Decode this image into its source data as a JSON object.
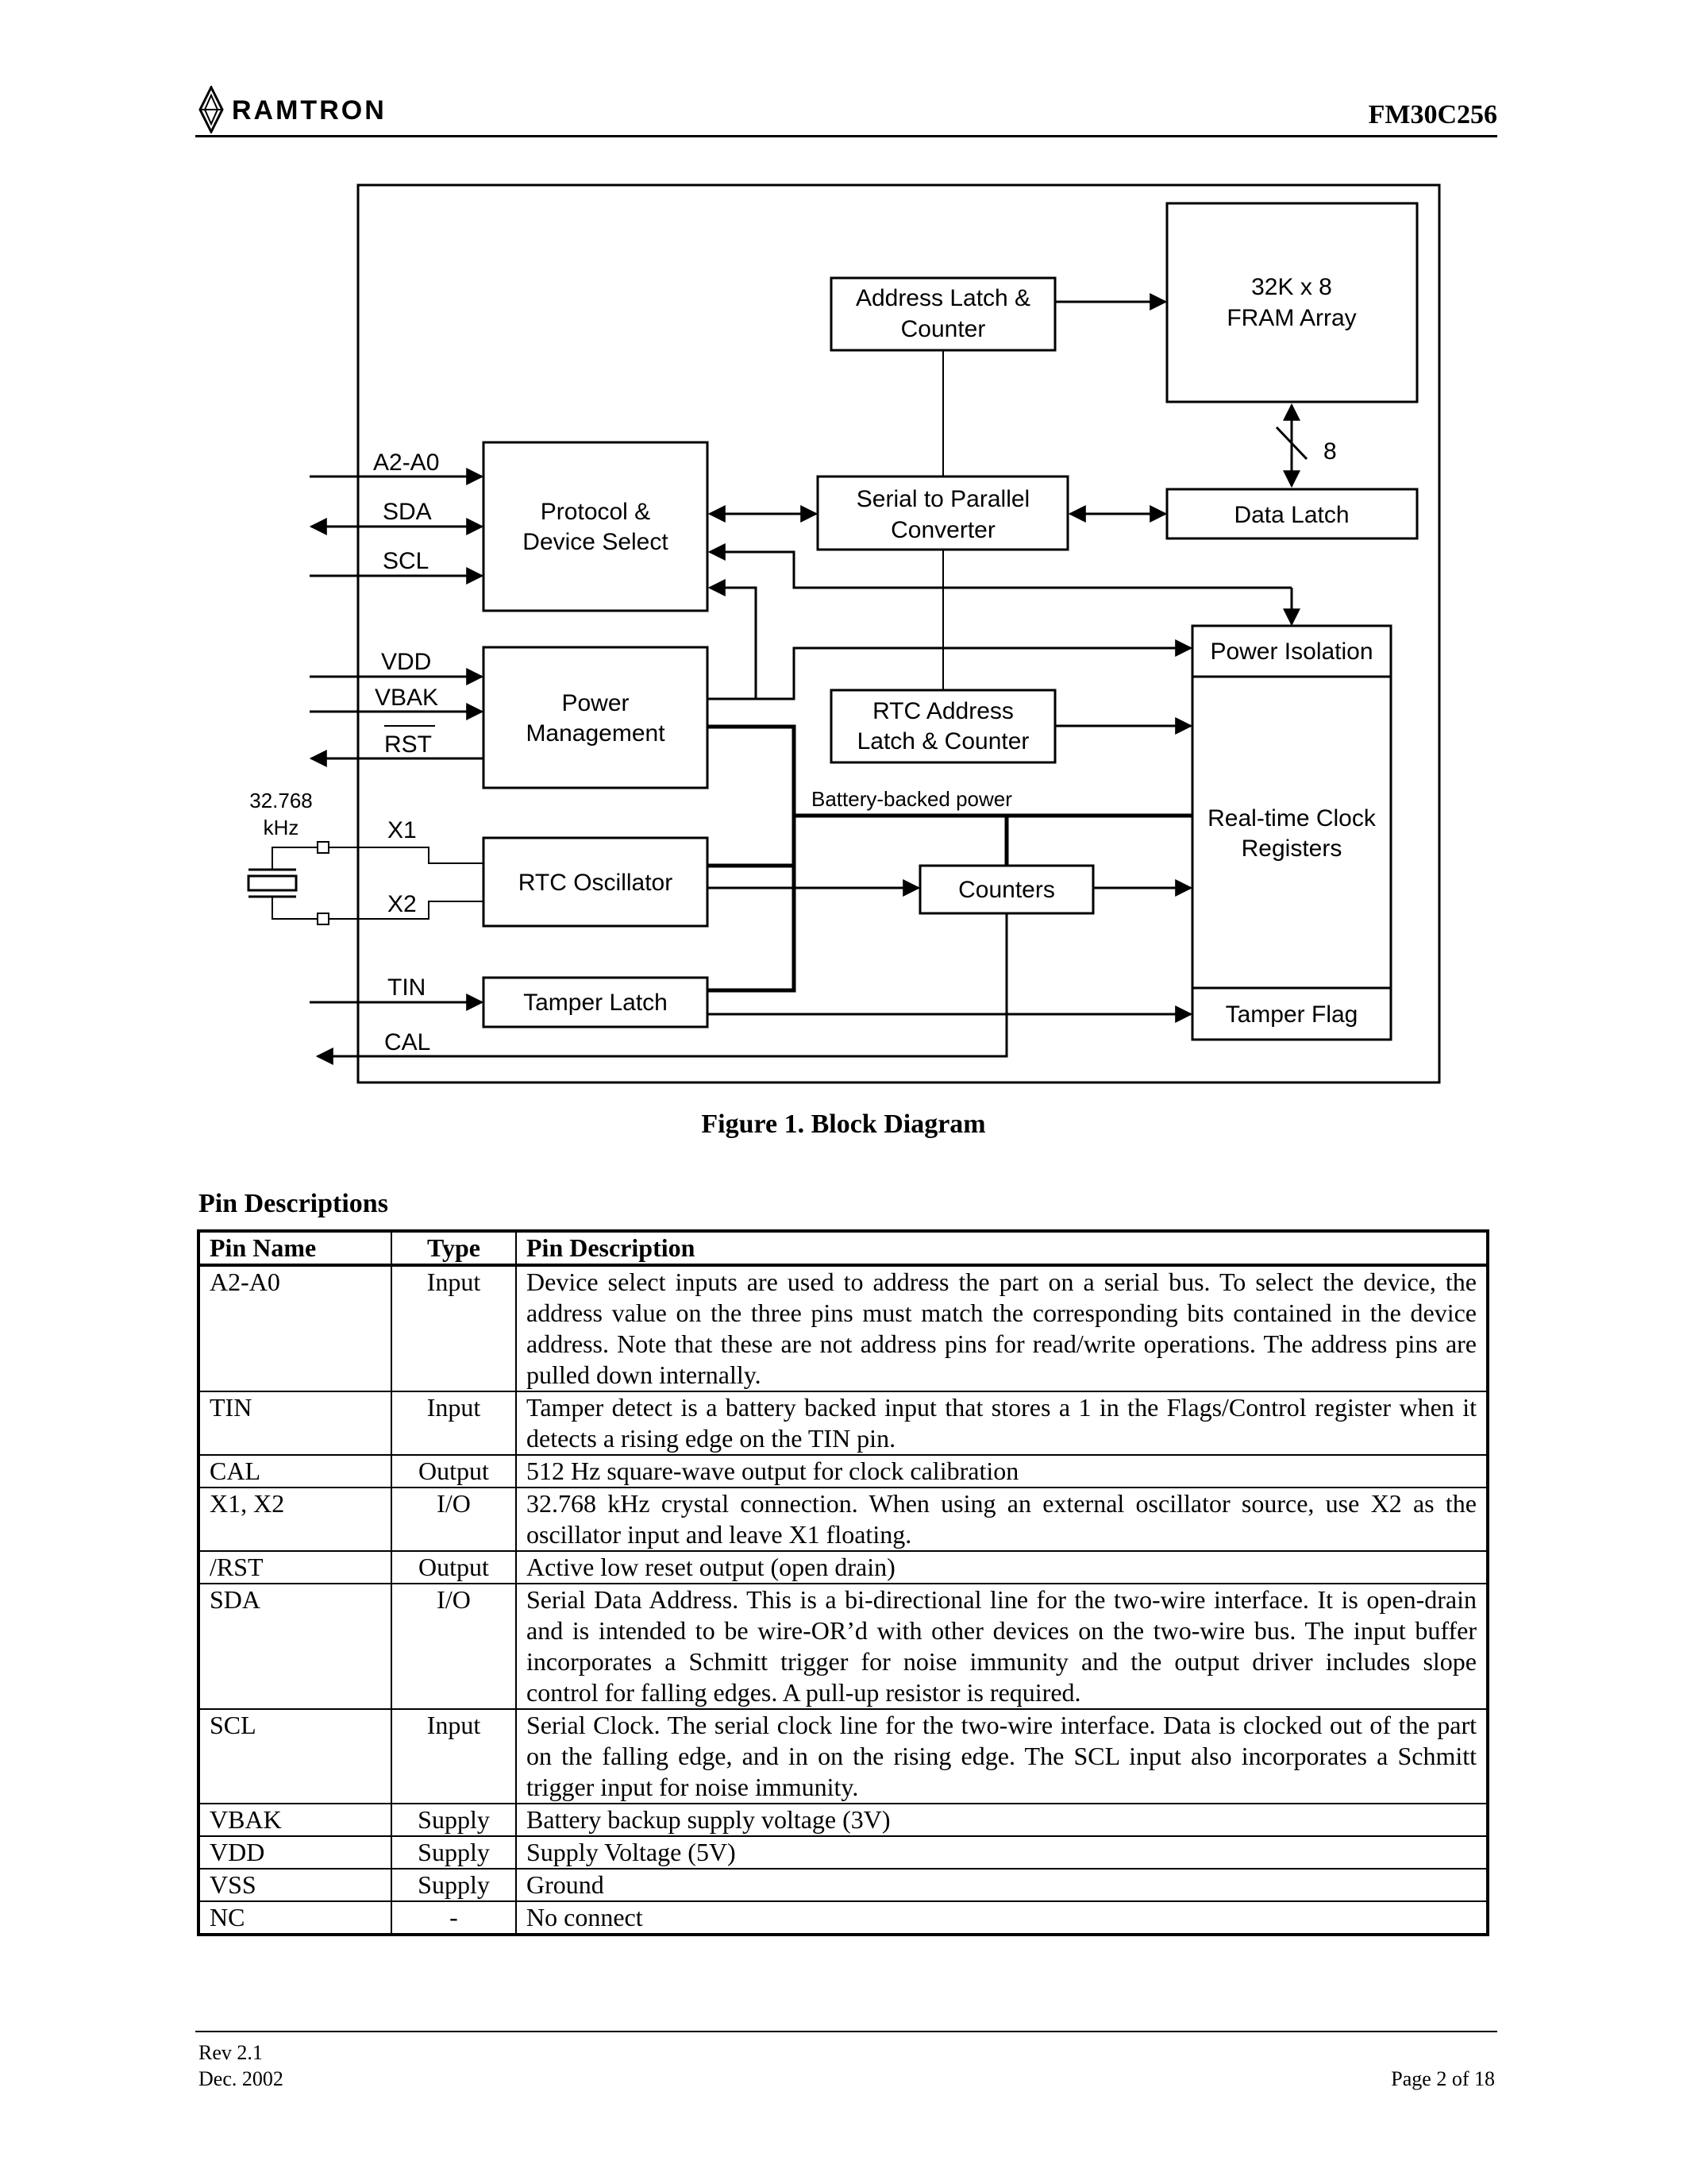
{
  "header": {
    "logo": "RAMTRON",
    "part_number": "FM30C256"
  },
  "diagram": {
    "blocks": {
      "address_latch": [
        "Address Latch &",
        "Counter"
      ],
      "fram_array": [
        "32K x 8",
        "FRAM Array"
      ],
      "protocol": [
        "Protocol &",
        "Device Select"
      ],
      "serial_parallel": [
        "Serial to Parallel",
        "Converter"
      ],
      "data_latch": "Data Latch",
      "power_isolation": "Power Isolation",
      "power_management": [
        "Power",
        "Management"
      ],
      "rtc_address": [
        "RTC Address",
        "Latch & Counter"
      ],
      "rtc_registers": [
        "Real-time Clock",
        "Registers"
      ],
      "rtc_oscillator": "RTC Oscillator",
      "counters": "Counters",
      "tamper_latch": "Tamper Latch",
      "tamper_flag": "Tamper Flag"
    },
    "labels": {
      "bus_width": "8",
      "battery_power": "Battery-backed power",
      "crystal_freq": "32.768",
      "crystal_unit": "kHz"
    },
    "pins": {
      "a2a0": "A2-A0",
      "sda": "SDA",
      "scl": "SCL",
      "vdd": "VDD",
      "vbak": "VBAK",
      "rst": "RST",
      "x1": "X1",
      "x2": "X2",
      "tin": "TIN",
      "cal": "CAL"
    }
  },
  "figure_caption": "Figure 1.  Block Diagram",
  "section_title": "Pin Descriptions",
  "pin_table": {
    "headers": [
      "Pin Name",
      "Type",
      "Pin Description"
    ],
    "rows": [
      [
        "A2-A0",
        "Input",
        "Device select inputs are used to address the part on a serial bus. To select the device, the address value on the three pins must match the corresponding bits contained in the device address. Note that these are not address pins for read/write operations. The address pins are pulled down internally."
      ],
      [
        "TIN",
        "Input",
        "Tamper detect is a battery backed input that stores a 1 in the Flags/Control register when it detects a rising edge on the TIN pin."
      ],
      [
        "CAL",
        "Output",
        "512 Hz square-wave output for clock calibration"
      ],
      [
        "X1, X2",
        "I/O",
        "32.768 kHz crystal connection.  When using an external oscillator source, use X2 as the oscillator input and leave X1 floating."
      ],
      [
        "/RST",
        "Output",
        "Active low reset output (open drain)"
      ],
      [
        "SDA",
        "I/O",
        "Serial Data Address. This is a bi-directional line for the two-wire interface. It is open-drain and is intended to be wire-OR’d with other devices on the two-wire bus. The input buffer incorporates a Schmitt trigger for noise immunity and the output driver includes slope control for falling edges. A pull-up resistor is required."
      ],
      [
        "SCL",
        "Input",
        "Serial Clock. The serial clock line for the two-wire interface. Data is clocked out of the part on the falling edge, and in on the rising edge. The SCL input also incorporates a Schmitt trigger input for noise immunity."
      ],
      [
        "VBAK",
        "Supply",
        "Battery backup supply voltage (3V)"
      ],
      [
        "VDD",
        "Supply",
        "Supply Voltage (5V)"
      ],
      [
        "VSS",
        "Supply",
        "Ground"
      ],
      [
        "NC",
        "-",
        "No connect"
      ]
    ]
  },
  "footer": {
    "rev": "Rev 2.1",
    "date": "Dec. 2002",
    "page": "Page 2 of 18"
  }
}
